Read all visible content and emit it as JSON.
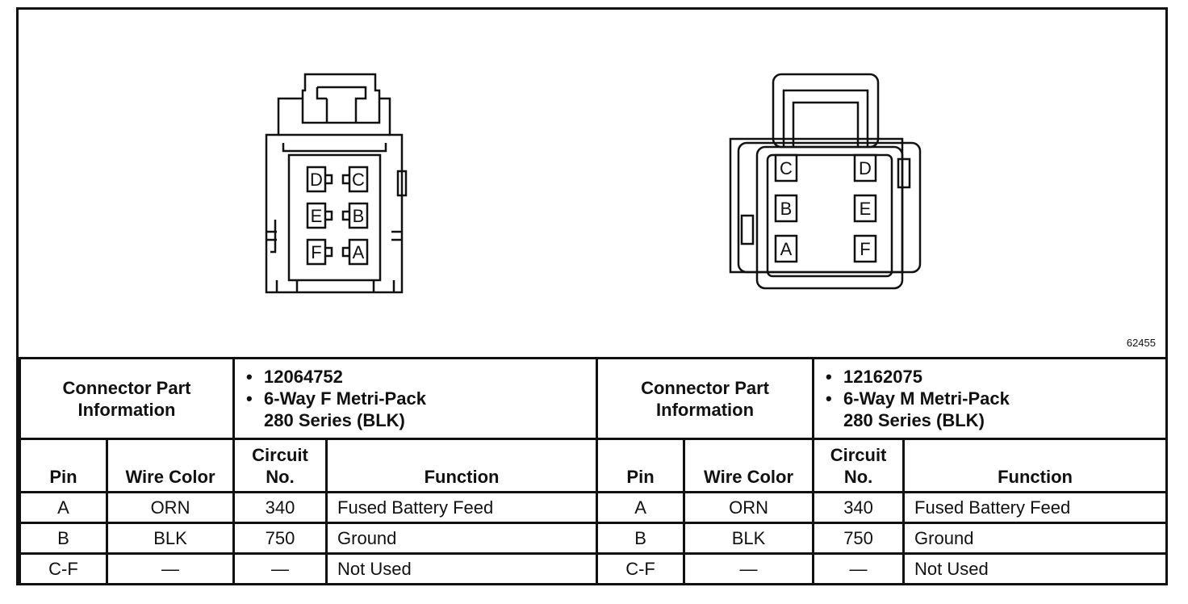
{
  "figure_number": "62455",
  "connectors": [
    {
      "header_label_line1": "Connector Part",
      "header_label_line2": "Information",
      "part_number": "12064752",
      "description_line1": "6-Way F Metri-Pack",
      "description_line2": "280 Series (BLK)",
      "cavity_letters": {
        "D": "D",
        "C": "C",
        "E": "E",
        "B": "B",
        "F": "F",
        "A": "A"
      }
    },
    {
      "header_label_line1": "Connector Part",
      "header_label_line2": "Information",
      "part_number": "12162075",
      "description_line1": "6-Way M Metri-Pack",
      "description_line2": "280 Series (BLK)",
      "cavity_letters": {
        "C": "C",
        "D": "D",
        "B": "B",
        "E": "E",
        "A": "A",
        "F": "F"
      }
    }
  ],
  "bullet": "•",
  "columns": {
    "pin": "Pin",
    "wire_color": "Wire Color",
    "circuit_line1": "Circuit",
    "circuit_line2": "No.",
    "function": "Function"
  },
  "rows": [
    {
      "pin": "A",
      "wire_color": "ORN",
      "circuit": "340",
      "function": "Fused Battery Feed"
    },
    {
      "pin": "B",
      "wire_color": "BLK",
      "circuit": "750",
      "function": "Ground"
    },
    {
      "pin": "C-F",
      "wire_color": "—",
      "circuit": "—",
      "function": "Not Used"
    }
  ]
}
